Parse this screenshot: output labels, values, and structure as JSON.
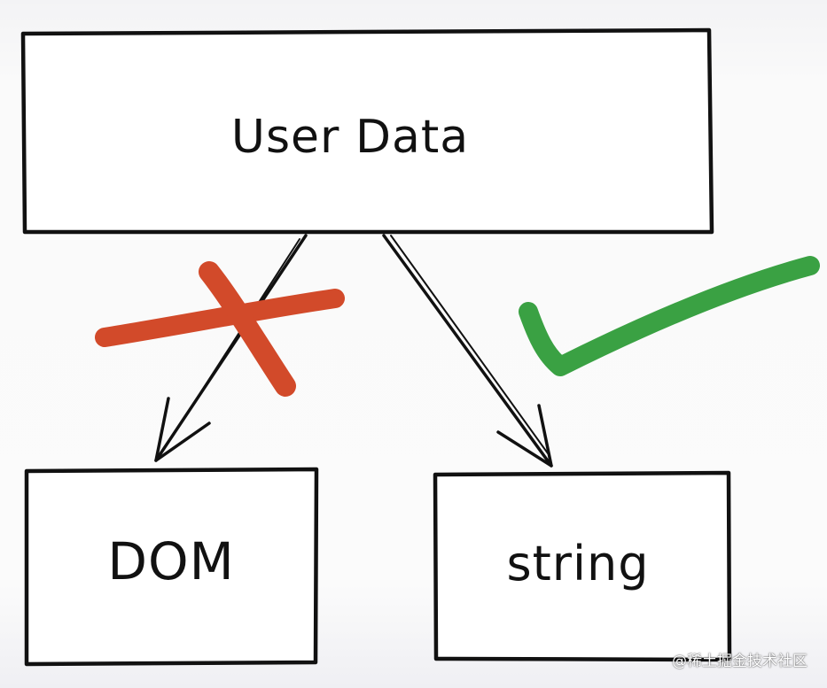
{
  "nodes": {
    "user_data": "User Data",
    "dom": "DOM",
    "string": "string"
  },
  "marks": {
    "cross_icon": "cross-mark-icon",
    "check_icon": "check-mark-icon",
    "cross_color": "#d24a2a",
    "check_color": "#3aa143"
  },
  "watermark": "@稀土掘金技术社区"
}
